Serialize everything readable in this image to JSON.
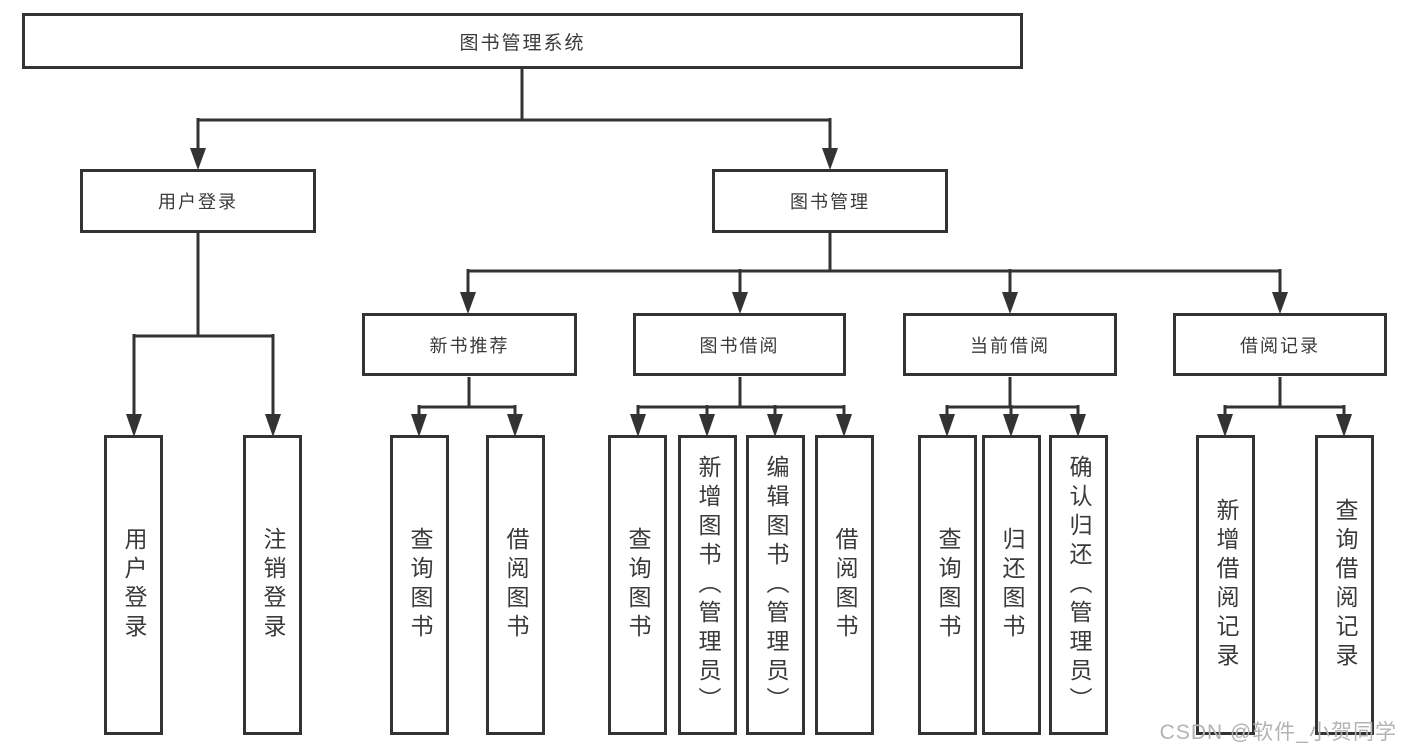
{
  "diagram": {
    "root": {
      "label": "图书管理系统"
    },
    "level2": [
      {
        "label": "用户登录"
      },
      {
        "label": "图书管理"
      }
    ],
    "level3": [
      {
        "label": "新书推荐"
      },
      {
        "label": "图书借阅"
      },
      {
        "label": "当前借阅"
      },
      {
        "label": "借阅记录"
      }
    ],
    "leaves": {
      "user_login": [
        "用户登录",
        "注销登录"
      ],
      "new_book_recommend": [
        "查询图书",
        "借阅图书"
      ],
      "book_borrow": [
        "查询图书",
        "新增图书（管理员）",
        "编辑图书（管理员）",
        "借阅图书"
      ],
      "current_borrow": [
        "查询图书",
        "归还图书",
        "确认归还（管理员）"
      ],
      "borrow_records": [
        "新增借阅记录",
        "查询借阅记录"
      ]
    }
  },
  "watermark": {
    "text": "CSDN @软件_小贺同学"
  },
  "colors": {
    "line": "#333333",
    "text": "#3a3a3a",
    "background": "#ffffff",
    "watermark": "#b3b3b3"
  }
}
